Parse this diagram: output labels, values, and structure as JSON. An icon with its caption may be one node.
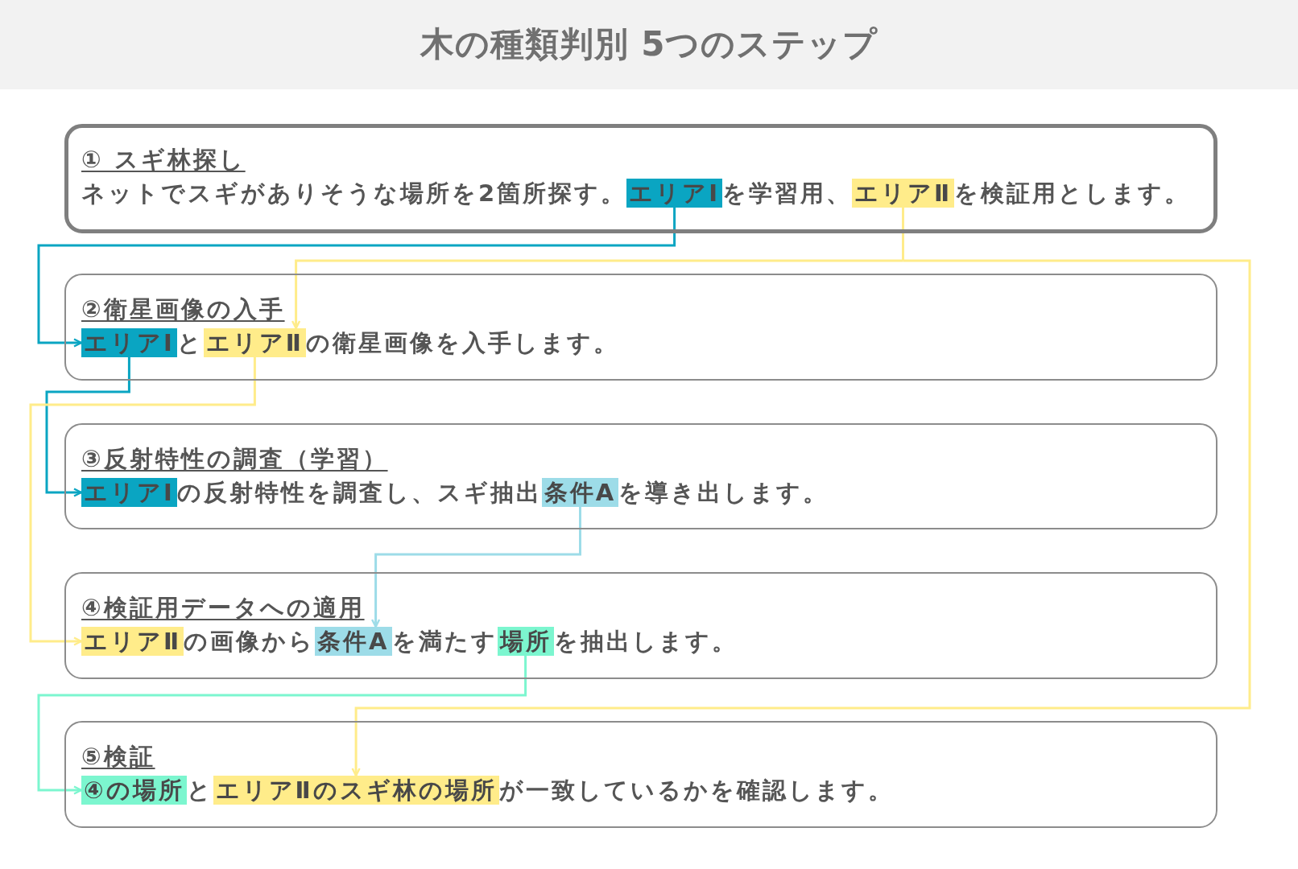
{
  "diagram": {
    "title": "木の種類判別 5つのステップ",
    "nodes": [
      {
        "text": [
          "① スギ林探し",
          "ネットでスギがありそうな場所を2箇所探す。",
          "を学習用、",
          "を検証用とします。"
        ]
      },
      {
        "text": [
          "エリアⅠ"
        ],
        "in": 0
      },
      {
        "text": [
          "エリアⅡ"
        ],
        "in": 0
      },
      {
        "text": [
          "②衛星画像の入手",
          "と",
          "の衛星画像を入手します。"
        ]
      },
      {
        "text": [
          "エリアⅠ"
        ],
        "in": 3
      },
      {
        "text": [
          "エリアⅡ"
        ],
        "in": 3
      },
      {
        "text": [
          "③反射特性の調査（学習）",
          "の反射特性を調査し、スギ抽出",
          "を導き出します。"
        ]
      },
      {
        "text": [
          "エリアⅠ"
        ],
        "in": 6
      },
      {
        "text": [
          "条件A"
        ],
        "in": 6
      },
      {
        "text": [
          "④検証用データへの適用",
          "の画像から",
          "を満たす",
          "を抽出します。"
        ]
      },
      {
        "text": [
          "エリアⅡ"
        ],
        "in": 9
      },
      {
        "text": [
          "条件A"
        ],
        "in": 9
      },
      {
        "text": [
          "場所"
        ],
        "in": 9
      },
      {
        "text": [
          "⑤検証",
          "と",
          "が一致しているかを確認します。"
        ]
      },
      {
        "text": [
          "④の場所"
        ],
        "in": 13
      },
      {
        "text": [
          "エリアⅡのスギ林の場所"
        ],
        "in": 13
      }
    ],
    "edges": [
      {
        "from": 1,
        "to": 4,
        "arrow": "to",
        "color": "#0aa5c2"
      },
      {
        "from": 2,
        "to": 5,
        "arrow": "to",
        "color": "#ffec8a"
      },
      {
        "from": 2,
        "to": 15,
        "arrow": "to",
        "color": "#ffec8a"
      },
      {
        "from": 4,
        "to": 7,
        "arrow": "to",
        "color": "#0aa5c2"
      },
      {
        "from": 5,
        "to": 10,
        "arrow": "to",
        "color": "#ffec8a"
      },
      {
        "from": 8,
        "to": 11,
        "arrow": "to",
        "color": "#9ddce8"
      },
      {
        "from": 12,
        "to": 14,
        "arrow": "to",
        "color": "#7cf6cf"
      }
    ]
  }
}
